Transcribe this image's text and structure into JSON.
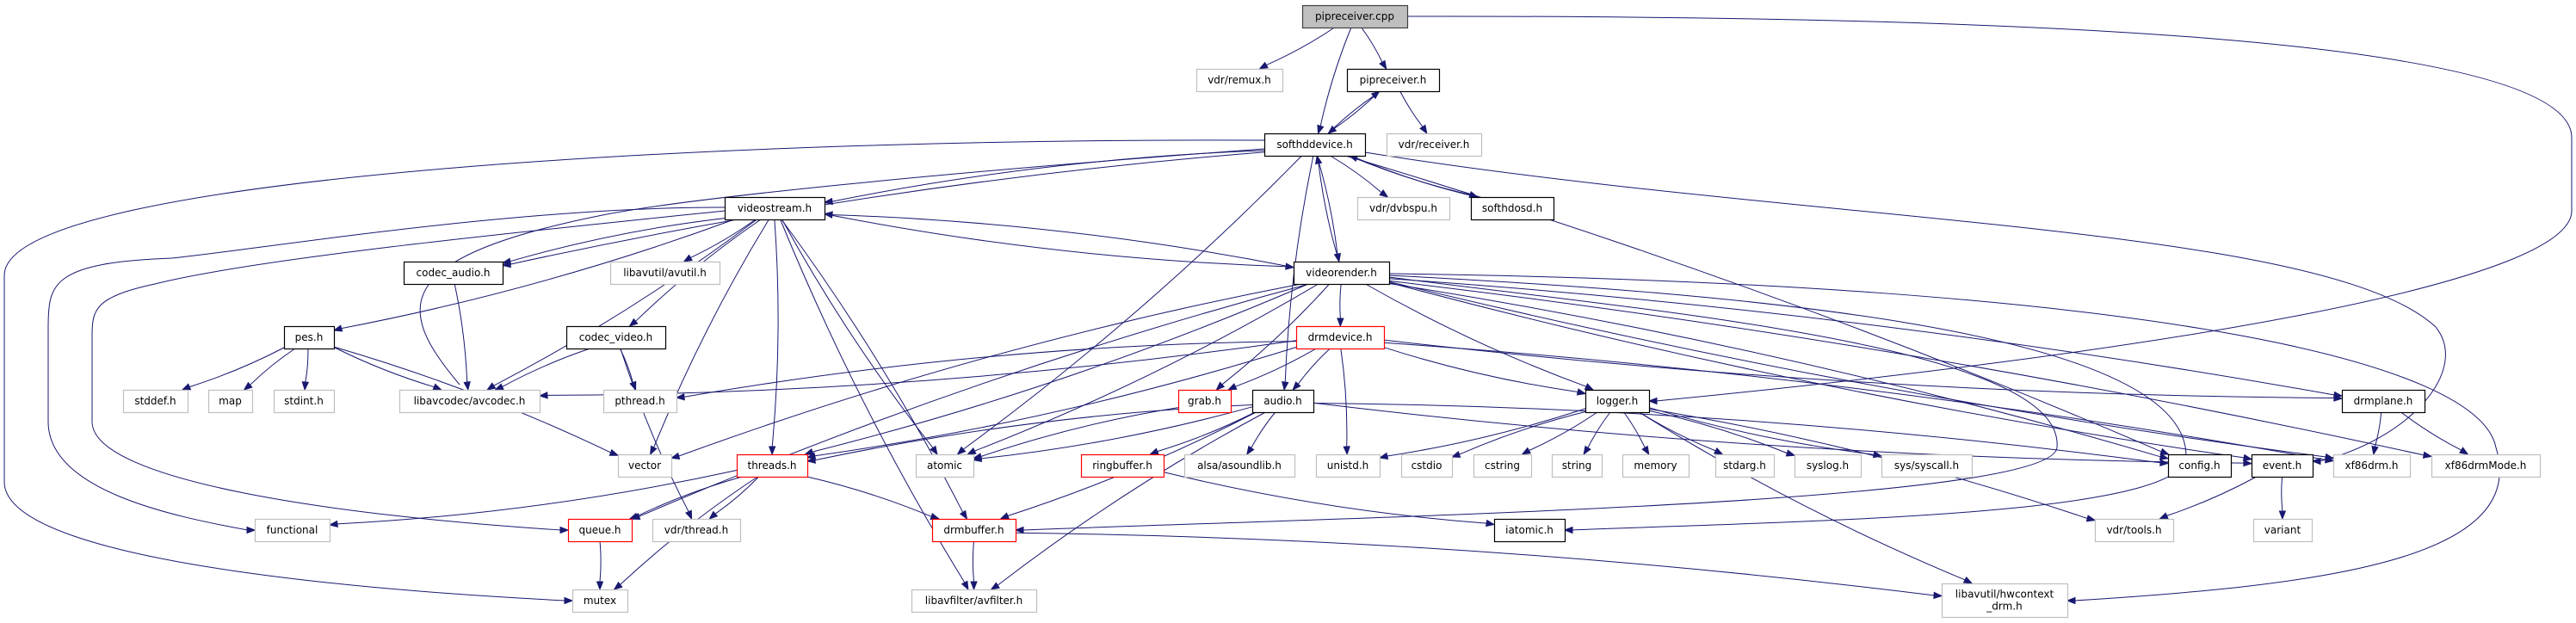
{
  "title": "pipreceiver.cpp include dependency graph",
  "colors": {
    "edge": "#191970",
    "root_fill": "#bfbfbf",
    "root_border": "#404040",
    "local_border": "#000000",
    "missing_border": "#ff0000",
    "external_border": "#bfbfbf",
    "node_fill": "#ffffff"
  },
  "nodes": [
    {
      "id": "pipreceiver_cpp",
      "label": "pipreceiver.cpp",
      "kind": "root"
    },
    {
      "id": "vdr_remux",
      "label": "vdr/remux.h",
      "kind": "external"
    },
    {
      "id": "pipreceiver_h",
      "label": "pipreceiver.h",
      "kind": "local"
    },
    {
      "id": "softhddevice",
      "label": "softhddevice.h",
      "kind": "local"
    },
    {
      "id": "vdr_receiver",
      "label": "vdr/receiver.h",
      "kind": "external"
    },
    {
      "id": "videostream",
      "label": "videostream.h",
      "kind": "local"
    },
    {
      "id": "vdr_dvbspu",
      "label": "vdr/dvbspu.h",
      "kind": "external"
    },
    {
      "id": "softhdosd",
      "label": "softhdosd.h",
      "kind": "local"
    },
    {
      "id": "codec_audio",
      "label": "codec_audio.h",
      "kind": "local"
    },
    {
      "id": "avutil",
      "label": "libavutil/avutil.h",
      "kind": "external"
    },
    {
      "id": "videorender",
      "label": "videorender.h",
      "kind": "local"
    },
    {
      "id": "pes",
      "label": "pes.h",
      "kind": "local"
    },
    {
      "id": "codec_video",
      "label": "codec_video.h",
      "kind": "local"
    },
    {
      "id": "drmdevice",
      "label": "drmdevice.h",
      "kind": "missing"
    },
    {
      "id": "stddef",
      "label": "stddef.h",
      "kind": "external"
    },
    {
      "id": "map",
      "label": "map",
      "kind": "external"
    },
    {
      "id": "stdint",
      "label": "stdint.h",
      "kind": "external"
    },
    {
      "id": "avcodec",
      "label": "libavcodec/avcodec.h",
      "kind": "external"
    },
    {
      "id": "pthread",
      "label": "pthread.h",
      "kind": "external"
    },
    {
      "id": "grab",
      "label": "grab.h",
      "kind": "missing"
    },
    {
      "id": "audio",
      "label": "audio.h",
      "kind": "local"
    },
    {
      "id": "logger",
      "label": "logger.h",
      "kind": "local"
    },
    {
      "id": "drmplane",
      "label": "drmplane.h",
      "kind": "local"
    },
    {
      "id": "vector",
      "label": "vector",
      "kind": "external"
    },
    {
      "id": "threads",
      "label": "threads.h",
      "kind": "missing"
    },
    {
      "id": "atomic",
      "label": "atomic",
      "kind": "external"
    },
    {
      "id": "ringbuffer",
      "label": "ringbuffer.h",
      "kind": "missing"
    },
    {
      "id": "asoundlib",
      "label": "alsa/asoundlib.h",
      "kind": "external"
    },
    {
      "id": "unistd",
      "label": "unistd.h",
      "kind": "external"
    },
    {
      "id": "cstdio",
      "label": "cstdio",
      "kind": "external"
    },
    {
      "id": "cstring",
      "label": "cstring",
      "kind": "external"
    },
    {
      "id": "string",
      "label": "string",
      "kind": "external"
    },
    {
      "id": "memory",
      "label": "memory",
      "kind": "external"
    },
    {
      "id": "stdarg",
      "label": "stdarg.h",
      "kind": "external"
    },
    {
      "id": "syslog",
      "label": "syslog.h",
      "kind": "external"
    },
    {
      "id": "syscall",
      "label": "sys/syscall.h",
      "kind": "external"
    },
    {
      "id": "config",
      "label": "config.h",
      "kind": "local"
    },
    {
      "id": "event",
      "label": "event.h",
      "kind": "local"
    },
    {
      "id": "xf86drm",
      "label": "xf86drm.h",
      "kind": "external"
    },
    {
      "id": "xf86drmMode",
      "label": "xf86drmMode.h",
      "kind": "external"
    },
    {
      "id": "functional",
      "label": "functional",
      "kind": "external"
    },
    {
      "id": "queue",
      "label": "queue.h",
      "kind": "missing"
    },
    {
      "id": "vdr_thread",
      "label": "vdr/thread.h",
      "kind": "external"
    },
    {
      "id": "drmbuffer",
      "label": "drmbuffer.h",
      "kind": "missing"
    },
    {
      "id": "iatomic",
      "label": "iatomic.h",
      "kind": "local"
    },
    {
      "id": "vdr_tools",
      "label": "vdr/tools.h",
      "kind": "external"
    },
    {
      "id": "variant",
      "label": "variant",
      "kind": "external"
    },
    {
      "id": "mutex",
      "label": "mutex",
      "kind": "external"
    },
    {
      "id": "avfilter",
      "label": "libavfilter/avfilter.h",
      "kind": "external"
    },
    {
      "id": "hwcontext_drm",
      "label": "libavutil/hwcontext\n_drm.h",
      "kind": "external"
    }
  ],
  "edges": [
    [
      "pipreceiver_cpp",
      "vdr_remux"
    ],
    [
      "pipreceiver_cpp",
      "softhddevice"
    ],
    [
      "pipreceiver_cpp",
      "pipreceiver_h"
    ],
    [
      "pipreceiver_cpp",
      "logger"
    ],
    [
      "pipreceiver_h",
      "softhddevice"
    ],
    [
      "pipreceiver_h",
      "vdr_receiver"
    ],
    [
      "softhddevice",
      "pipreceiver_h"
    ],
    [
      "softhddevice",
      "videostream"
    ],
    [
      "softhddevice",
      "vdr_dvbspu"
    ],
    [
      "softhddevice",
      "softhdosd"
    ],
    [
      "softhddevice",
      "videorender"
    ],
    [
      "softhddevice",
      "audio"
    ],
    [
      "softhddevice",
      "avcodec"
    ],
    [
      "softhddevice",
      "codec_audio"
    ],
    [
      "softhddevice",
      "atomic"
    ],
    [
      "softhddevice",
      "mutex"
    ],
    [
      "softhddevice",
      "config"
    ],
    [
      "softhddevice",
      "event"
    ],
    [
      "softhdosd",
      "softhddevice"
    ],
    [
      "videostream",
      "codec_audio"
    ],
    [
      "videostream",
      "avutil"
    ],
    [
      "videostream",
      "videorender"
    ],
    [
      "videostream",
      "pes"
    ],
    [
      "videostream",
      "codec_video"
    ],
    [
      "videostream",
      "avcodec"
    ],
    [
      "videostream",
      "vector"
    ],
    [
      "videostream",
      "threads"
    ],
    [
      "videostream",
      "atomic"
    ],
    [
      "videostream",
      "drmbuffer"
    ],
    [
      "videostream",
      "avfilter"
    ],
    [
      "videostream",
      "functional"
    ],
    [
      "videostream",
      "queue"
    ],
    [
      "codec_audio",
      "avcodec"
    ],
    [
      "videorender",
      "videostream"
    ],
    [
      "videorender",
      "softhddevice"
    ],
    [
      "videorender",
      "drmdevice"
    ],
    [
      "videorender",
      "grab"
    ],
    [
      "videorender",
      "logger"
    ],
    [
      "videorender",
      "threads"
    ],
    [
      "videorender",
      "vector"
    ],
    [
      "videorender",
      "atomic"
    ],
    [
      "videorender",
      "queue"
    ],
    [
      "videorender",
      "drmbuffer"
    ],
    [
      "videorender",
      "iatomic"
    ],
    [
      "videorender",
      "config"
    ],
    [
      "videorender",
      "event"
    ],
    [
      "videorender",
      "drmplane"
    ],
    [
      "videorender",
      "xf86drm"
    ],
    [
      "videorender",
      "xf86drmMode"
    ],
    [
      "videorender",
      "hwcontext_drm"
    ],
    [
      "pes",
      "stddef"
    ],
    [
      "pes",
      "map"
    ],
    [
      "pes",
      "stdint"
    ],
    [
      "pes",
      "avcodec"
    ],
    [
      "pes",
      "vector"
    ],
    [
      "codec_video",
      "avcodec"
    ],
    [
      "codec_video",
      "pthread"
    ],
    [
      "codec_video",
      "vdr_thread"
    ],
    [
      "drmdevice",
      "grab"
    ],
    [
      "drmdevice",
      "audio"
    ],
    [
      "drmdevice",
      "unistd"
    ],
    [
      "drmdevice",
      "logger"
    ],
    [
      "drmdevice",
      "avcodec"
    ],
    [
      "drmdevice",
      "pthread"
    ],
    [
      "drmdevice",
      "threads"
    ],
    [
      "drmdevice",
      "drmplane"
    ],
    [
      "drmdevice",
      "xf86drm"
    ],
    [
      "grab",
      "atomic"
    ],
    [
      "audio",
      "ringbuffer"
    ],
    [
      "audio",
      "asoundlib"
    ],
    [
      "audio",
      "atomic"
    ],
    [
      "audio",
      "threads"
    ],
    [
      "audio",
      "drmbuffer"
    ],
    [
      "audio",
      "avfilter"
    ],
    [
      "audio",
      "config"
    ],
    [
      "audio",
      "event"
    ],
    [
      "logger",
      "unistd"
    ],
    [
      "logger",
      "cstdio"
    ],
    [
      "logger",
      "cstring"
    ],
    [
      "logger",
      "string"
    ],
    [
      "logger",
      "memory"
    ],
    [
      "logger",
      "stdarg"
    ],
    [
      "logger",
      "syslog"
    ],
    [
      "logger",
      "syscall"
    ],
    [
      "logger",
      "vdr_tools"
    ],
    [
      "logger",
      "hwcontext_drm"
    ],
    [
      "drmplane",
      "xf86drm"
    ],
    [
      "drmplane",
      "xf86drmMode"
    ],
    [
      "threads",
      "functional"
    ],
    [
      "threads",
      "queue"
    ],
    [
      "threads",
      "vdr_thread"
    ],
    [
      "threads",
      "mutex"
    ],
    [
      "threads",
      "drmbuffer"
    ],
    [
      "ringbuffer",
      "iatomic"
    ],
    [
      "event",
      "vdr_tools"
    ],
    [
      "event",
      "variant"
    ],
    [
      "queue",
      "mutex"
    ],
    [
      "drmbuffer",
      "avfilter"
    ],
    [
      "drmbuffer",
      "hwcontext_drm"
    ]
  ]
}
